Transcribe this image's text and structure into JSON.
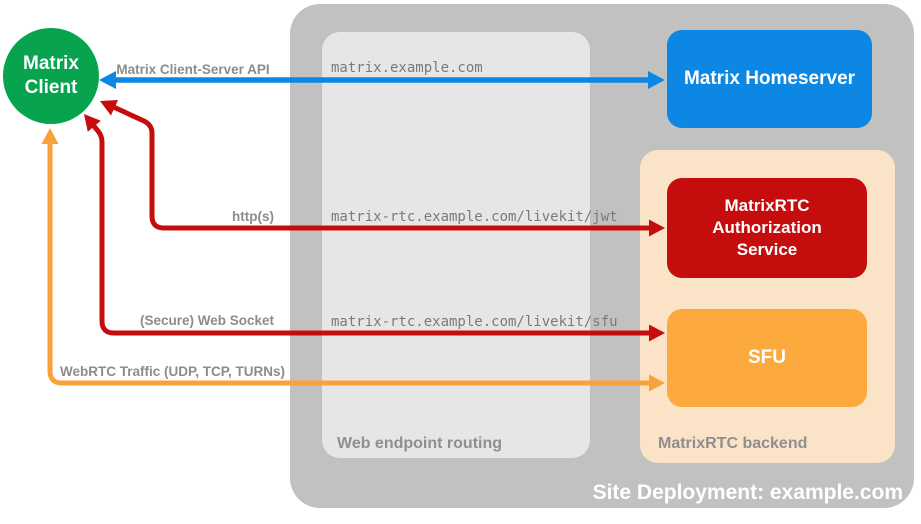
{
  "containers": {
    "site": {
      "label": "Site Deployment: example.com",
      "color": "#c1c1c1"
    },
    "routing": {
      "label": "Web endpoint routing",
      "color": "#e6e6e6"
    },
    "backend": {
      "label": "MatrixRTC backend",
      "color": "#fbe3c8"
    }
  },
  "nodes": {
    "client": {
      "label": "Matrix\nClient",
      "color": "#07a34f"
    },
    "homeserver": {
      "label": "Matrix Homeserver",
      "color": "#0d87e4"
    },
    "auth_service": {
      "label": "MatrixRTC\nAuthorization\nService",
      "color": "#c50d0d"
    },
    "sfu": {
      "label": "SFU",
      "color": "#fca93e"
    }
  },
  "endpoints": [
    "matrix.example.com",
    "matrix-rtc.example.com/livekit/jwt",
    "matrix-rtc.example.com/livekit/sfu"
  ],
  "edges": [
    {
      "label": "Matrix Client-Server API",
      "color": "#0d87e4",
      "from": "Matrix Client",
      "to": "Matrix Homeserver",
      "bidirectional": true
    },
    {
      "label": "http(s)",
      "color": "#c50d0d",
      "from": "Matrix Client",
      "to": "MatrixRTC Authorization Service",
      "bidirectional": true
    },
    {
      "label": "(Secure) Web Socket",
      "color": "#c50d0d",
      "from": "Matrix Client",
      "to": "SFU",
      "bidirectional": true
    },
    {
      "label": "WebRTC Traffic (UDP, TCP, TURNs)",
      "color": "#f9a13b",
      "from": "Matrix Client",
      "to": "SFU",
      "bidirectional": true
    }
  ]
}
